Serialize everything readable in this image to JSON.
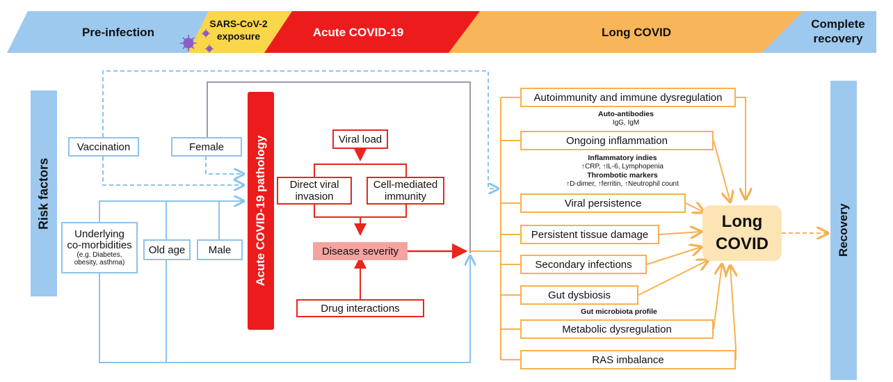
{
  "phases": {
    "pre_infection": "Pre-infection",
    "exposure_line1": "SARS-CoV-2",
    "exposure_line2": "exposure",
    "acute": "Acute COVID-19",
    "long": "Long COVID",
    "complete_line1": "Complete",
    "complete_line2": "recovery"
  },
  "risk_factors": {
    "title": "Risk factors",
    "vaccination": "Vaccination",
    "female": "Female",
    "comorbidities_line1": "Underlying",
    "comorbidities_line2": "co-morbidities",
    "comorbidities_detail1": "(e.g. Diabetes,",
    "comorbidities_detail2": "obesity, asthma)",
    "old_age": "Old age",
    "male": "Male"
  },
  "pathology": {
    "title": "Acute COVID-19 pathology",
    "viral_load": "Viral load",
    "direct_line1": "Direct viral",
    "direct_line2": "invasion",
    "cell_line1": "Cell-mediated",
    "cell_line2": "immunity",
    "severity": "Disease severity",
    "drug": "Drug interactions"
  },
  "mechanisms": [
    {
      "label": "Autoimmunity and immune dysregulation"
    },
    {
      "label": "Ongoing inflammation"
    },
    {
      "label": "Viral persistence"
    },
    {
      "label": "Persistent tissue damage"
    },
    {
      "label": "Secondary infections"
    },
    {
      "label": "Gut dysbiosis"
    },
    {
      "label": "Metabolic dysregulation"
    },
    {
      "label": "RAS imbalance"
    }
  ],
  "notes": {
    "autoantibodies_title": "Auto-antibodies",
    "autoantibodies_detail": "IgG, IgM",
    "inflammatory_title": "Inflammatory indies",
    "inflammatory_detail": "↑CRP, ↑IL-6, Lymphopenia",
    "thrombotic_title": "Thrombotic markers",
    "thrombotic_detail": "↑D-dimer, ↑ferritin, ↑Neutrophil count",
    "gut_profile": "Gut microbiota profile"
  },
  "outcome": {
    "long_line1": "Long",
    "long_line2": "COVID",
    "recovery": "Recovery"
  },
  "colors": {
    "pre_infection": "#9dc9ef",
    "exposure": "#f9d64a",
    "acute": "#ec1c1c",
    "long": "#f9b55a",
    "recovery": "#9dc9ef",
    "risk_line": "#8cc3ec",
    "pathology_line": "#e8261c",
    "mechanism_line": "#f7b04f",
    "long_covid_fill": "#fde4b4",
    "severity_fill": "#f4a3a0",
    "gray_line": "#9a9aae"
  }
}
